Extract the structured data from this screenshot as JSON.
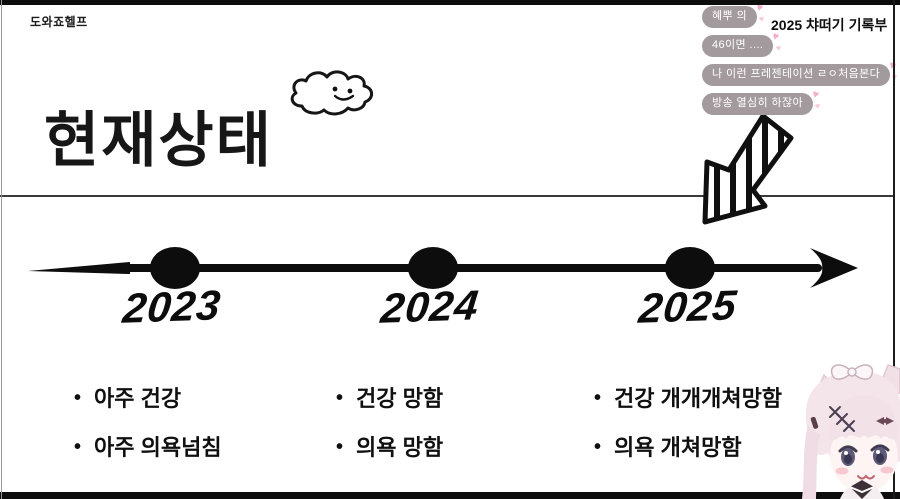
{
  "header": {
    "watermark": "도와죠헬프",
    "record_title": "2025 챠떠기 기록부",
    "slide_title": "현재상태"
  },
  "chat": {
    "messages": [
      {
        "text": "혜뿌 의"
      },
      {
        "text": "46이면 ...."
      },
      {
        "text": "나 이런 프레젠테이션 ㄹㅇ처음본다"
      },
      {
        "text": "방송 열심히 하잖아"
      }
    ]
  },
  "ui": {
    "bullet_glyph": "•"
  },
  "icons": {
    "cloud": "smiley-cloud-doodle",
    "arrow": "striped-down-left-arrow-doodle",
    "hearts": "pink-heart-stickers",
    "avatar": "cat-ear-vtuber-avatar"
  },
  "colors": {
    "ink": "#0d0d0d",
    "bubble_bg": "#a39a9e",
    "bubble_text": "#ffffff",
    "heart_pink": "#f3aecb",
    "hair_pink": "#f4e5ea"
  },
  "chart_data": {
    "type": "table",
    "title": "현재상태",
    "categories": [
      "2023",
      "2024",
      "2025"
    ],
    "series": [
      {
        "name": "2023",
        "values": [
          "아주 건강",
          "아주 의욕넘침"
        ]
      },
      {
        "name": "2024",
        "values": [
          "건강 망함",
          "의욕 망함"
        ]
      },
      {
        "name": "2025",
        "values": [
          "건강 개개개쳐망함",
          "의욕 개쳐망함"
        ]
      }
    ],
    "layout": "horizontal-timeline-with-arrow"
  },
  "timeline": {
    "years": [
      {
        "label": "2023",
        "items": [
          "아주 건강",
          "아주 의욕넘침"
        ]
      },
      {
        "label": "2024",
        "items": [
          "건강 망함",
          "의욕 망함"
        ]
      },
      {
        "label": "2025",
        "items": [
          "건강 개개개쳐망함",
          "의욕 개쳐망함"
        ]
      }
    ]
  }
}
